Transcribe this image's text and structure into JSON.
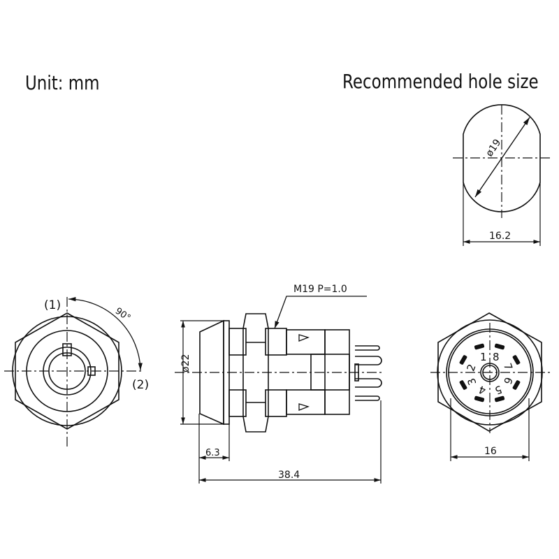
{
  "header": {
    "unit_label": "Unit:  mm",
    "hole_title": "Recommended hole size"
  },
  "hole_view": {
    "diameter_label": "ø19",
    "width_label": "16.2"
  },
  "front_view": {
    "position_1": "(1)",
    "position_2": "(2)",
    "rotation_angle": "90°"
  },
  "side_view": {
    "thread_label": "M19  P=1.0",
    "diameter_label": "ø22",
    "head_length": "6.3",
    "total_length": "38.4"
  },
  "rear_view": {
    "width_label": "16",
    "pin_numbers": [
      "1",
      "2",
      "3",
      "4",
      "5",
      "6",
      "7",
      "8"
    ]
  },
  "colors": {
    "line": "#111111",
    "background": "#ffffff"
  }
}
